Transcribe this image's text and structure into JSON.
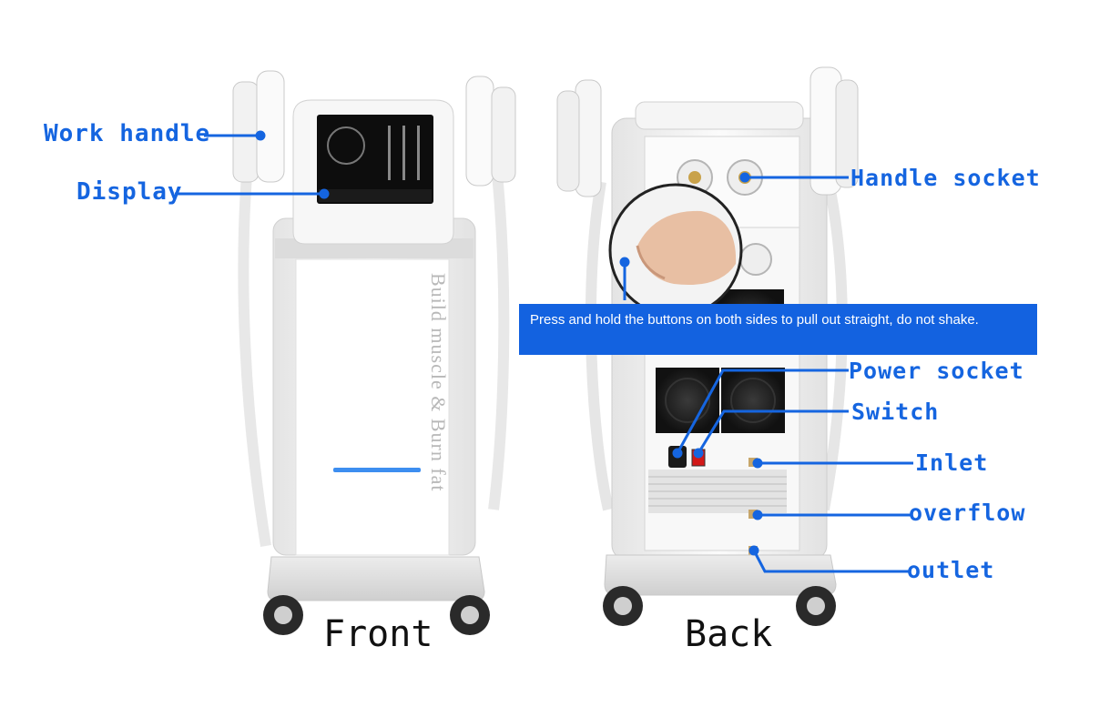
{
  "labels": {
    "work_handle": "Work handle",
    "display": "Display",
    "handle_socket": "Handle socket",
    "power_socket": "Power socket",
    "switch": "Switch",
    "inlet": "Inlet",
    "overflow": "overflow",
    "outlet": "outlet"
  },
  "captions": {
    "front": "Front",
    "back": "Back"
  },
  "note": "Press and hold the buttons on both sides to pull out straight, do not shake.",
  "machine_print": "Build muscle & Burn fat",
  "colors": {
    "accent": "#1565e0",
    "note_bg": "#1362e0",
    "body": "#f2f2f2",
    "shadow": "#d9d9d9"
  }
}
